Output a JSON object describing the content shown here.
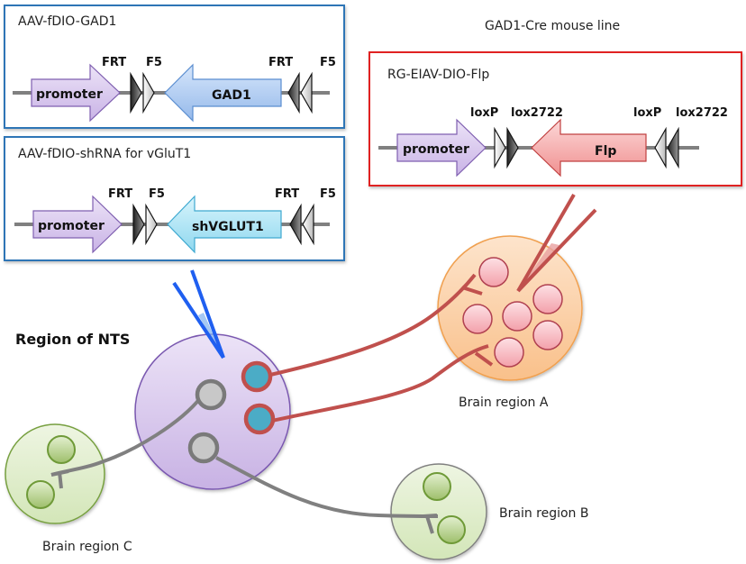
{
  "constructs": {
    "gad1": {
      "title": "AAV-fDIO-GAD1",
      "promoter": "promoter",
      "gene": "GAD1",
      "site_left_1": "FRT",
      "site_left_2": "F5",
      "site_right_1": "FRT",
      "site_right_2": "F5",
      "border_color": "#2e75b6",
      "gene_color": "#a9c8f0"
    },
    "shrna": {
      "title": "AAV-fDIO-shRNA for vGluT1",
      "promoter": "promoter",
      "gene": "shVGLUT1",
      "site_left_1": "FRT",
      "site_left_2": "F5",
      "site_right_1": "FRT",
      "site_right_2": "F5",
      "border_color": "#2e75b6",
      "gene_color": "#a8e4f5"
    },
    "flp": {
      "title": "RG-EIAV-DIO-Flp",
      "promoter": "promoter",
      "gene": "Flp",
      "site_left_1": "loxP",
      "site_left_2": "lox2722",
      "site_right_1": "loxP",
      "site_right_2": "lox2722",
      "border_color": "#e02020",
      "gene_color": "#f7a9a9"
    }
  },
  "labels": {
    "mouse_line": "GAD1-Cre mouse line",
    "nts": "Region of NTS",
    "region_a": "Brain region A",
    "region_b": "Brain region B",
    "region_c": "Brain region C"
  },
  "colors": {
    "promoter": "#d9c8ee",
    "nts": "#dccbf0",
    "region_a": "#fbd2ad",
    "green_region": "#e4efd2",
    "red_axon": "#c0504d",
    "gray_axon": "#808080",
    "blue_pipette": "#1f5ff0",
    "teal_cell": "#4bacc6"
  }
}
